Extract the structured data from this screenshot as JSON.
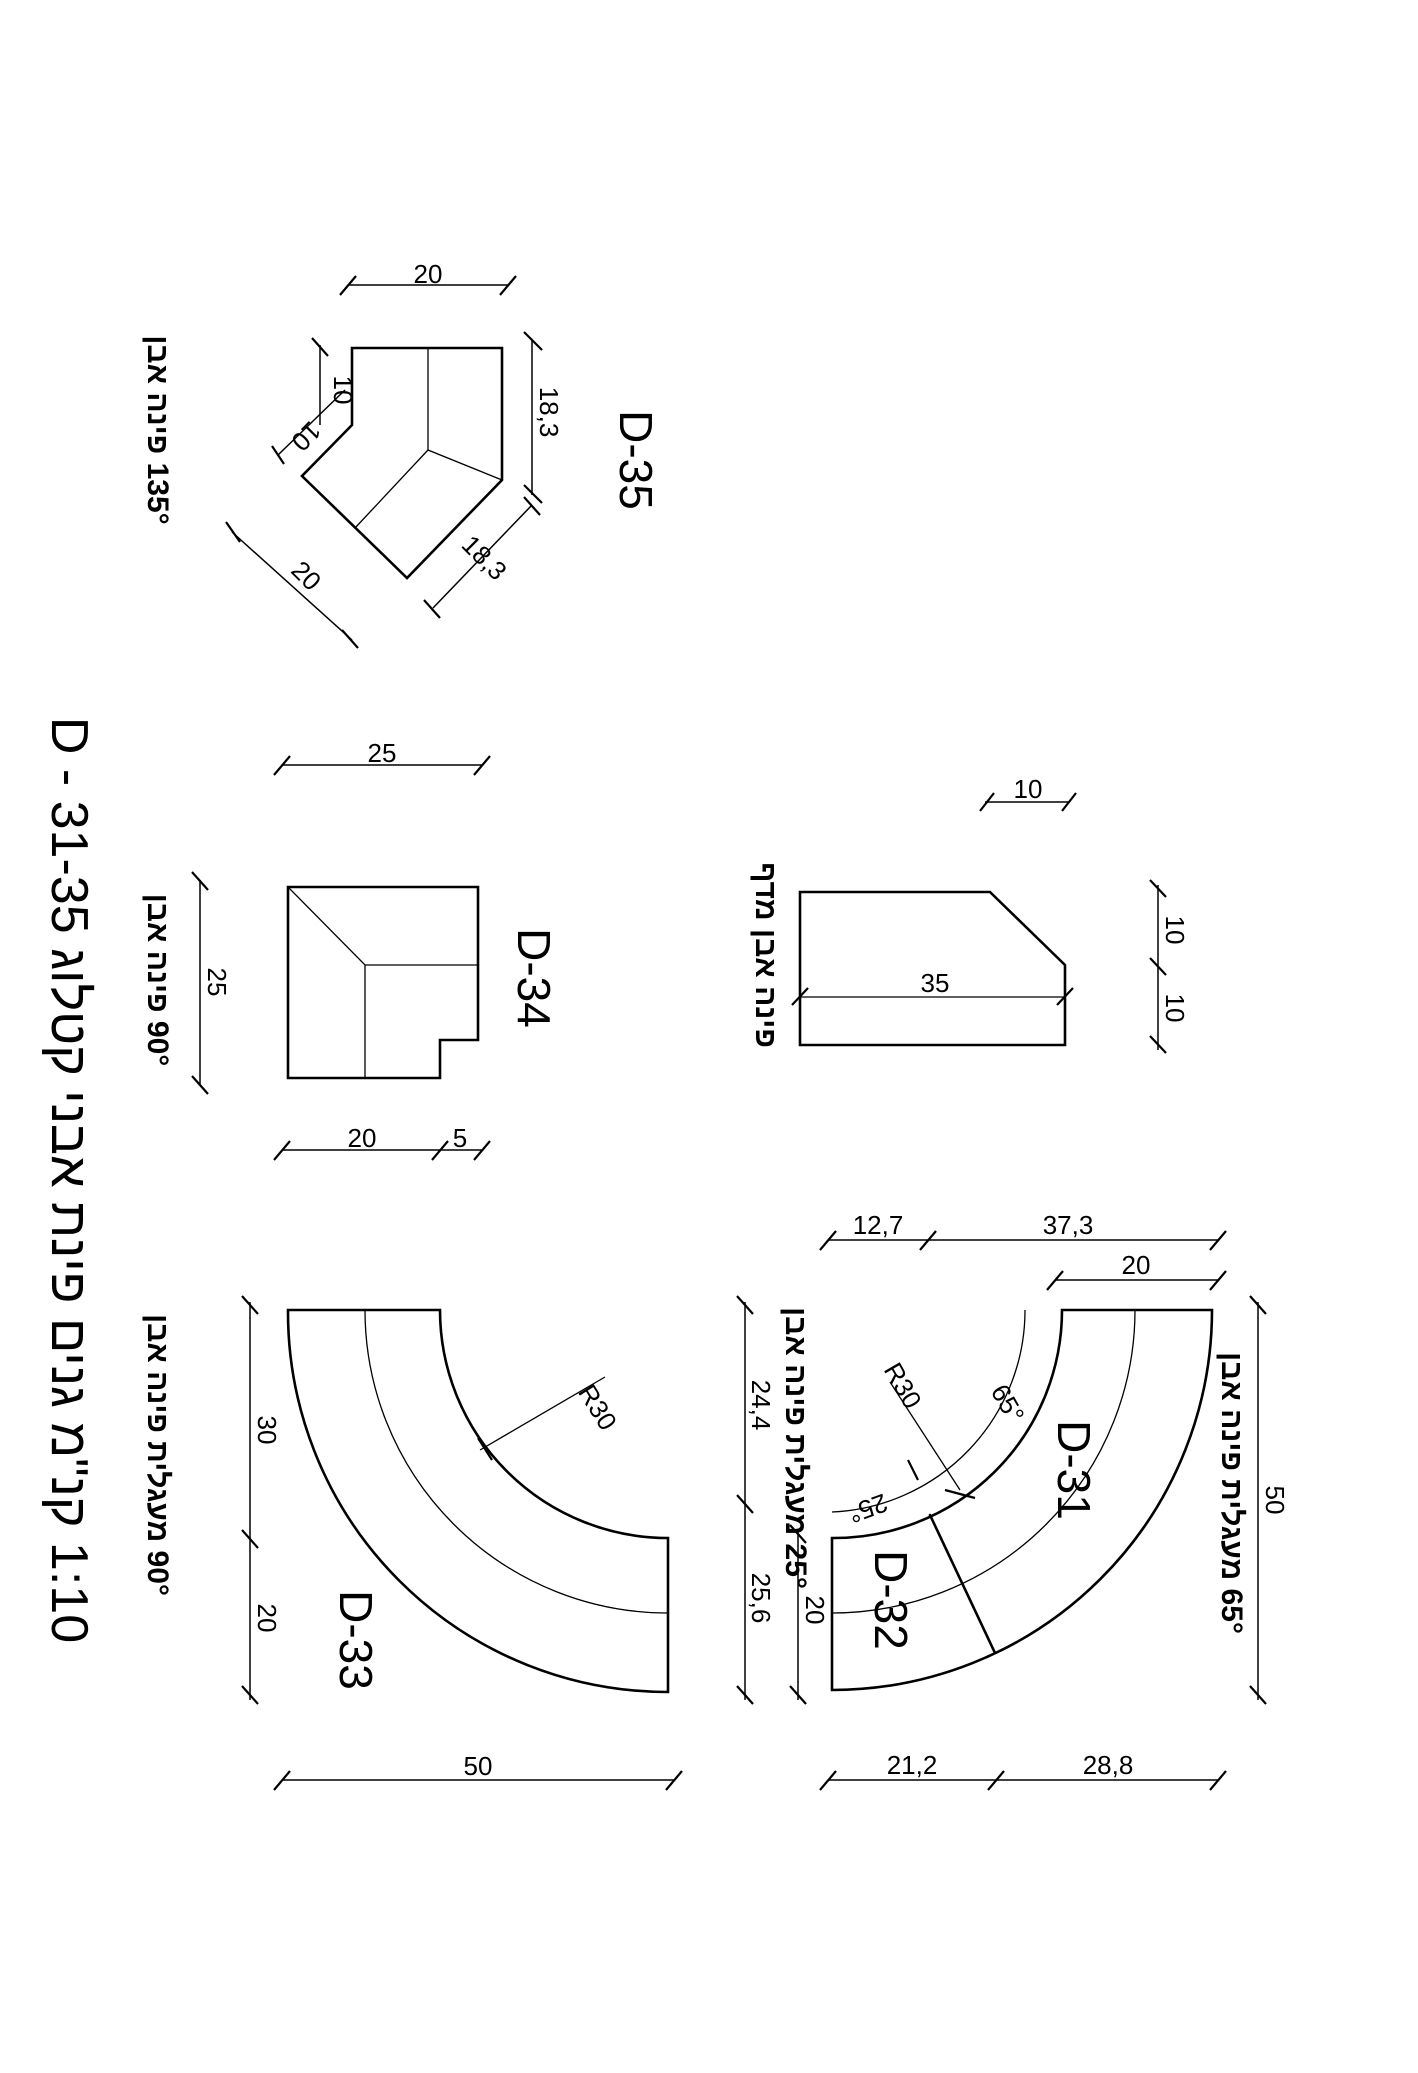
{
  "title": "1:10 קנ\"מ גנים פינת אבני קטלוג D - 31-35",
  "parts": {
    "d35": {
      "label": "D-35",
      "caption": "135° פינה אבן",
      "dims": {
        "top": "20",
        "side": "18,3",
        "diag_lower": "18,3",
        "diag_left": "20",
        "small_a": "10",
        "small_b": "10"
      }
    },
    "d34": {
      "label": "D-34",
      "caption": "90° פינה אבן",
      "dims": {
        "top": "25",
        "side": "25",
        "bottom_a": "20",
        "bottom_b": "5"
      }
    },
    "rampa": {
      "caption": "פינה אבן מדף",
      "dims": {
        "top": "10",
        "length": "35",
        "side_a": "10",
        "side_b": "10"
      }
    },
    "d33": {
      "label": "D-33",
      "caption": "90° מעגלית פינה אבן",
      "dims": {
        "radius": "R30",
        "seg_a": "30",
        "seg_b": "20",
        "bottom": "50"
      }
    },
    "d31_32": {
      "label_a": "D-31",
      "label_b": "D-32",
      "caption_a": "25° מעגלית פינה אבן",
      "caption_b": "65° מעגלית פינה אבן",
      "dims": {
        "top_a": "12,7",
        "top_b": "37,3",
        "top_c": "20",
        "radius": "R30",
        "ang_a": "65°",
        "ang_b": "25°",
        "left_a": "24,4",
        "left_b": "25,6",
        "left_c": "20",
        "right": "50",
        "bottom_a": "21,2",
        "bottom_b": "28,8"
      }
    }
  }
}
